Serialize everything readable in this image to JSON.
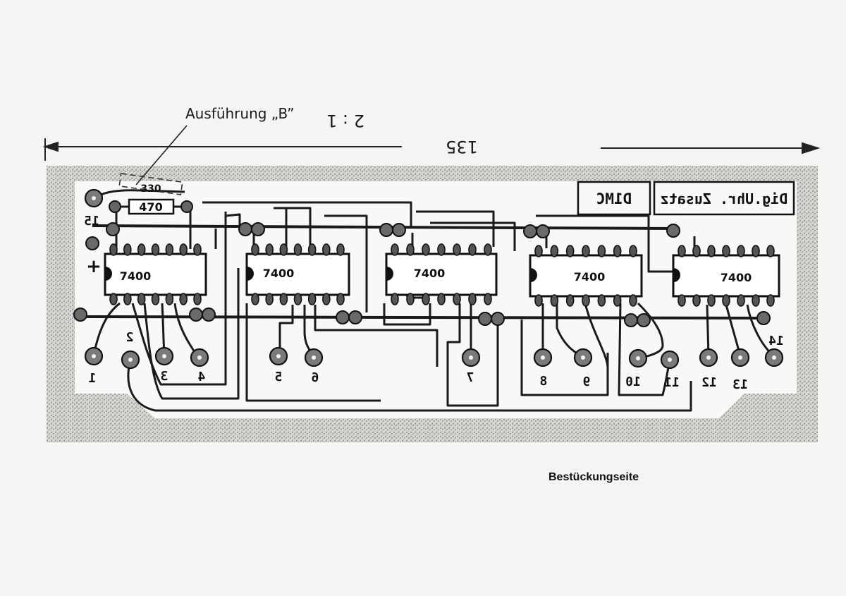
{
  "annotation": {
    "variant_label": "Ausführung „B”",
    "scale_label": "2 : 1"
  },
  "dimension": {
    "width_label": "135"
  },
  "board": {
    "title_block": [
      "Dig.Uhr. Zusatz",
      "D1MC"
    ]
  },
  "resistors": {
    "r1": "470",
    "r2": "330"
  },
  "chips": [
    "7400",
    "7400",
    "7400",
    "7400",
    "7400"
  ],
  "polarity": "+",
  "terminals": [
    "1",
    "2",
    "3",
    "4",
    "5",
    "6",
    "7",
    "8",
    "9",
    "10",
    "11",
    "12",
    "13",
    "14",
    "15"
  ],
  "caption": "Bestückungseite",
  "colors": {
    "board_fill": "#d4d4d0",
    "board_speckle": "#777777",
    "inner_area": "#f8f8f6",
    "trace": "#1a1a1a",
    "ink": "#111111"
  }
}
